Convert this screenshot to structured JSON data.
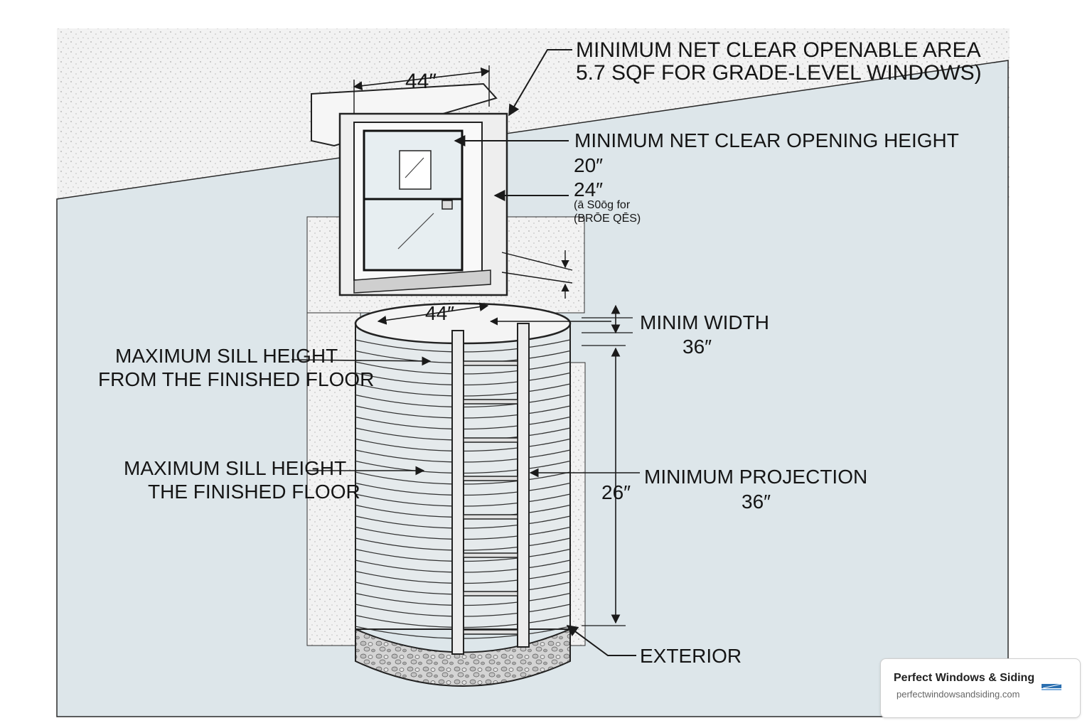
{
  "labels": {
    "openable_area_line1": "MINIMUM NET CLEAR OPENABLE AREA",
    "openable_area_line2": "5.7 SQF FOR GRADE-LEVEL WINDOWS)",
    "window_width": "44″",
    "opening_height_title": "MINIMUM NET CLEAR OPENING HEIGHT",
    "opening_height_20": "20″",
    "opening_height_24": "24″",
    "garbled_line1": "(ā S0ōg for",
    "garbled_line2": "(BRŌE QĒS)",
    "well_width": "44″",
    "minim_width_title": "MINIM WIDTH",
    "minim_width_value": "36″",
    "sill_height_1_line1": "MAXIMUM SILL HEIGHT",
    "sill_height_1_line2": "FROM THE FINISHED FLOOR",
    "sill_height_2_line1": "MAXIMUM SILL HEIGHT",
    "sill_height_2_line2": "THE FINISHED FLOOR",
    "depth_value": "26″",
    "projection_title": "MINIMUM PROJECTION",
    "projection_value": "36″",
    "exterior": "EXTERIOR"
  },
  "badge": {
    "title": "Perfect Windows & Siding",
    "url": "perfectwindowsandsiding.com",
    "logo_icon": "company-logo-icon"
  },
  "colors": {
    "wall": "#dce5e8",
    "line": "#1a1a1a",
    "gravel": "#c9c9c9"
  }
}
